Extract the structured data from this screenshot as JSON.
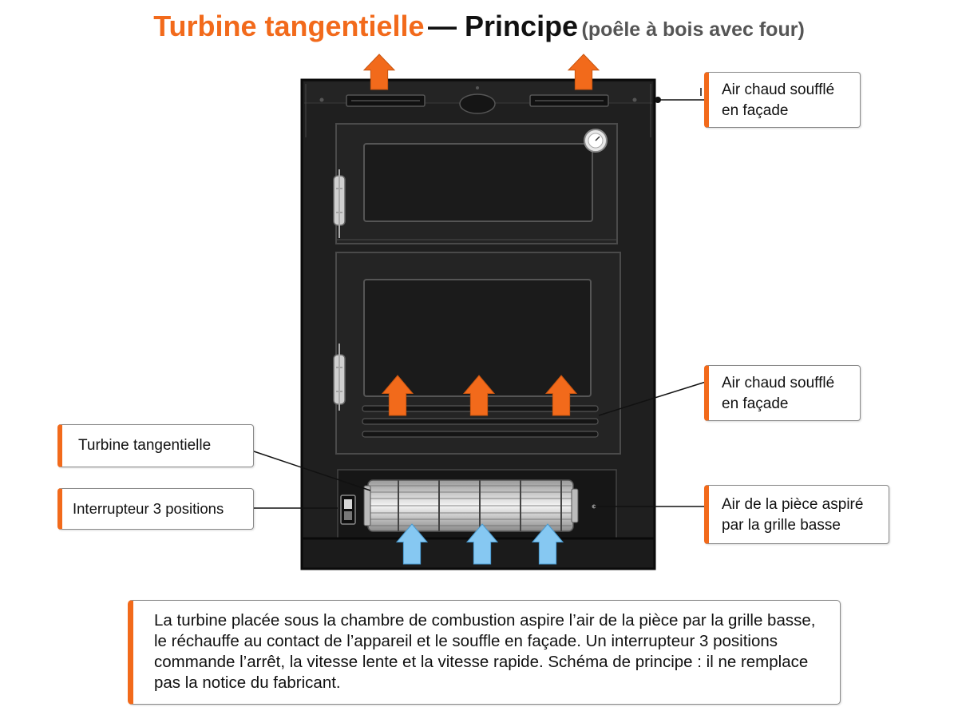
{
  "title": {
    "part1": "Turbine tangentielle",
    "part2": "— Principe",
    "part3": "(poêle à bois avec four)"
  },
  "callouts": {
    "top_right": "Air chaud soufflé\nen façade",
    "mid_right": "Air chaud soufflé\nen façade",
    "turbine": "Turbine tangentielle",
    "switch": "Interrupteur 3 positions",
    "intake": "Air de la pièce aspiré\npar la grille basse"
  },
  "caption": "La turbine placée sous la chambre de combustion aspire l’air de la pièce par la grille basse, le réchauffe au contact de l’appareil et le souffle en façade. Un interrupteur 3 positions commande l’arrêt, la vitesse lente et la vitesse rapide. Schéma de principe : il ne remplace pas la notice du fabricant.",
  "colors": {
    "accent": "#f26a1b",
    "hot_air_arrow": "#f26a1b",
    "cold_air_arrow": "#86c8f2",
    "stove_body": "#1f1f1f"
  }
}
